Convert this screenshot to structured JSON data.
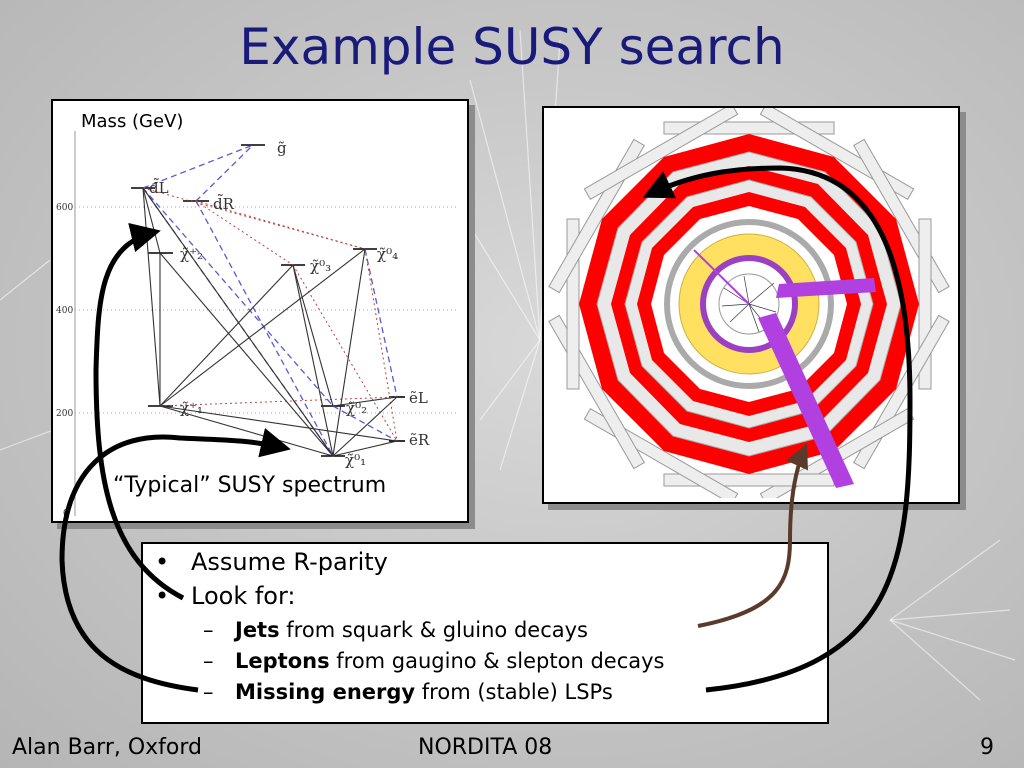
{
  "slide": {
    "title": "Example SUSY search",
    "spectrum": {
      "axis_label": "Mass (GeV)",
      "tick_labels": [
        "600",
        "400",
        "200",
        "0"
      ],
      "caption": "“Typical” SUSY spectrum",
      "particles": {
        "gluino": "g̃",
        "dL": "d̃L",
        "dR": "d̃R",
        "chargino2": "χ̃⁺₂",
        "neutralino3": "χ̃⁰₃",
        "neutralino4": "χ̃⁰₄",
        "chargino1": "χ̃⁺₁",
        "neutralino2": "χ̃⁰₂",
        "eL": "ẽL",
        "eR": "ẽR",
        "neutralino1": "χ̃⁰₁"
      }
    },
    "bullets": {
      "items": [
        "Assume R-parity",
        "Look for:"
      ],
      "bullet_char": "•",
      "dash": "–",
      "subitems": [
        {
          "bold": "Jets",
          "rest": " from squark & gluino decays"
        },
        {
          "bold": "Leptons",
          "rest": " from gaugino & slepton decays"
        },
        {
          "bold": "Missing energy",
          "rest": " from (stable) LSPs"
        }
      ]
    },
    "colors": {
      "title": "#1a1a7a",
      "detector_red": "#ff0000",
      "jet_purple": "#b040e0",
      "calo_yellow": "#ffe060",
      "arrow_brown": "#5a3a2a"
    },
    "footer": {
      "author": "Alan Barr, Oxford",
      "event": "NORDITA 08",
      "page": "9"
    }
  }
}
